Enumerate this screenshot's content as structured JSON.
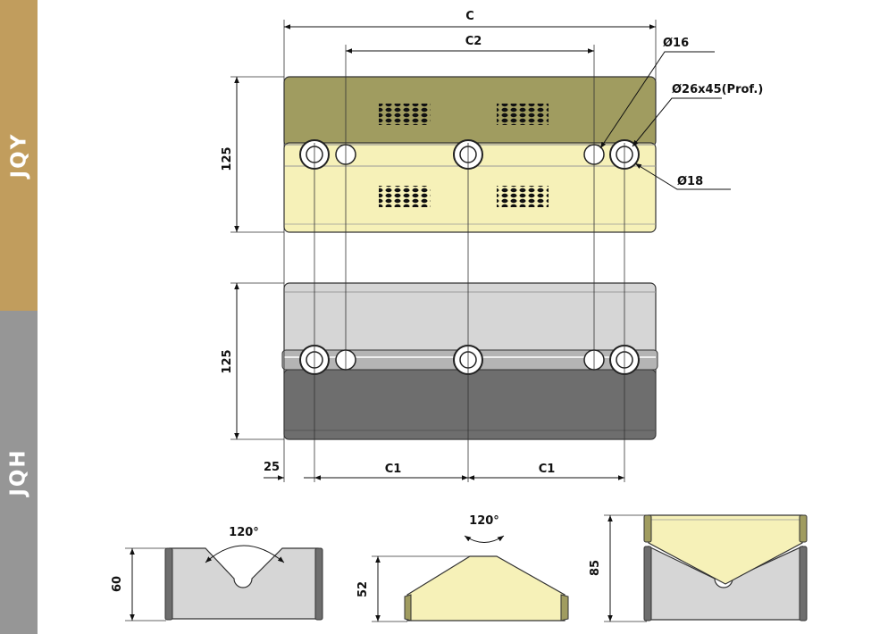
{
  "tabs": {
    "top": "JQY",
    "bottom": "JQH"
  },
  "dimensions": {
    "c": "C",
    "c2": "C2",
    "c1": "C1",
    "offset": "25",
    "height_top": "125",
    "height_bottom": "125",
    "hole_16": "Ø16",
    "hole_26": "Ø26x45(Prof.)",
    "hole_18": "Ø18"
  },
  "profiles": {
    "v_angle": "120°",
    "v_height": "60",
    "prism_angle": "120°",
    "prism_height": "52",
    "combo_height": "85"
  },
  "colors": {
    "olive": "#a09c60",
    "cream": "#f6f1b8",
    "light_grey": "#d6d6d6",
    "dark_grey": "#6e6e6e",
    "tab_gold": "#c19d5d",
    "tab_grey": "#969696"
  }
}
